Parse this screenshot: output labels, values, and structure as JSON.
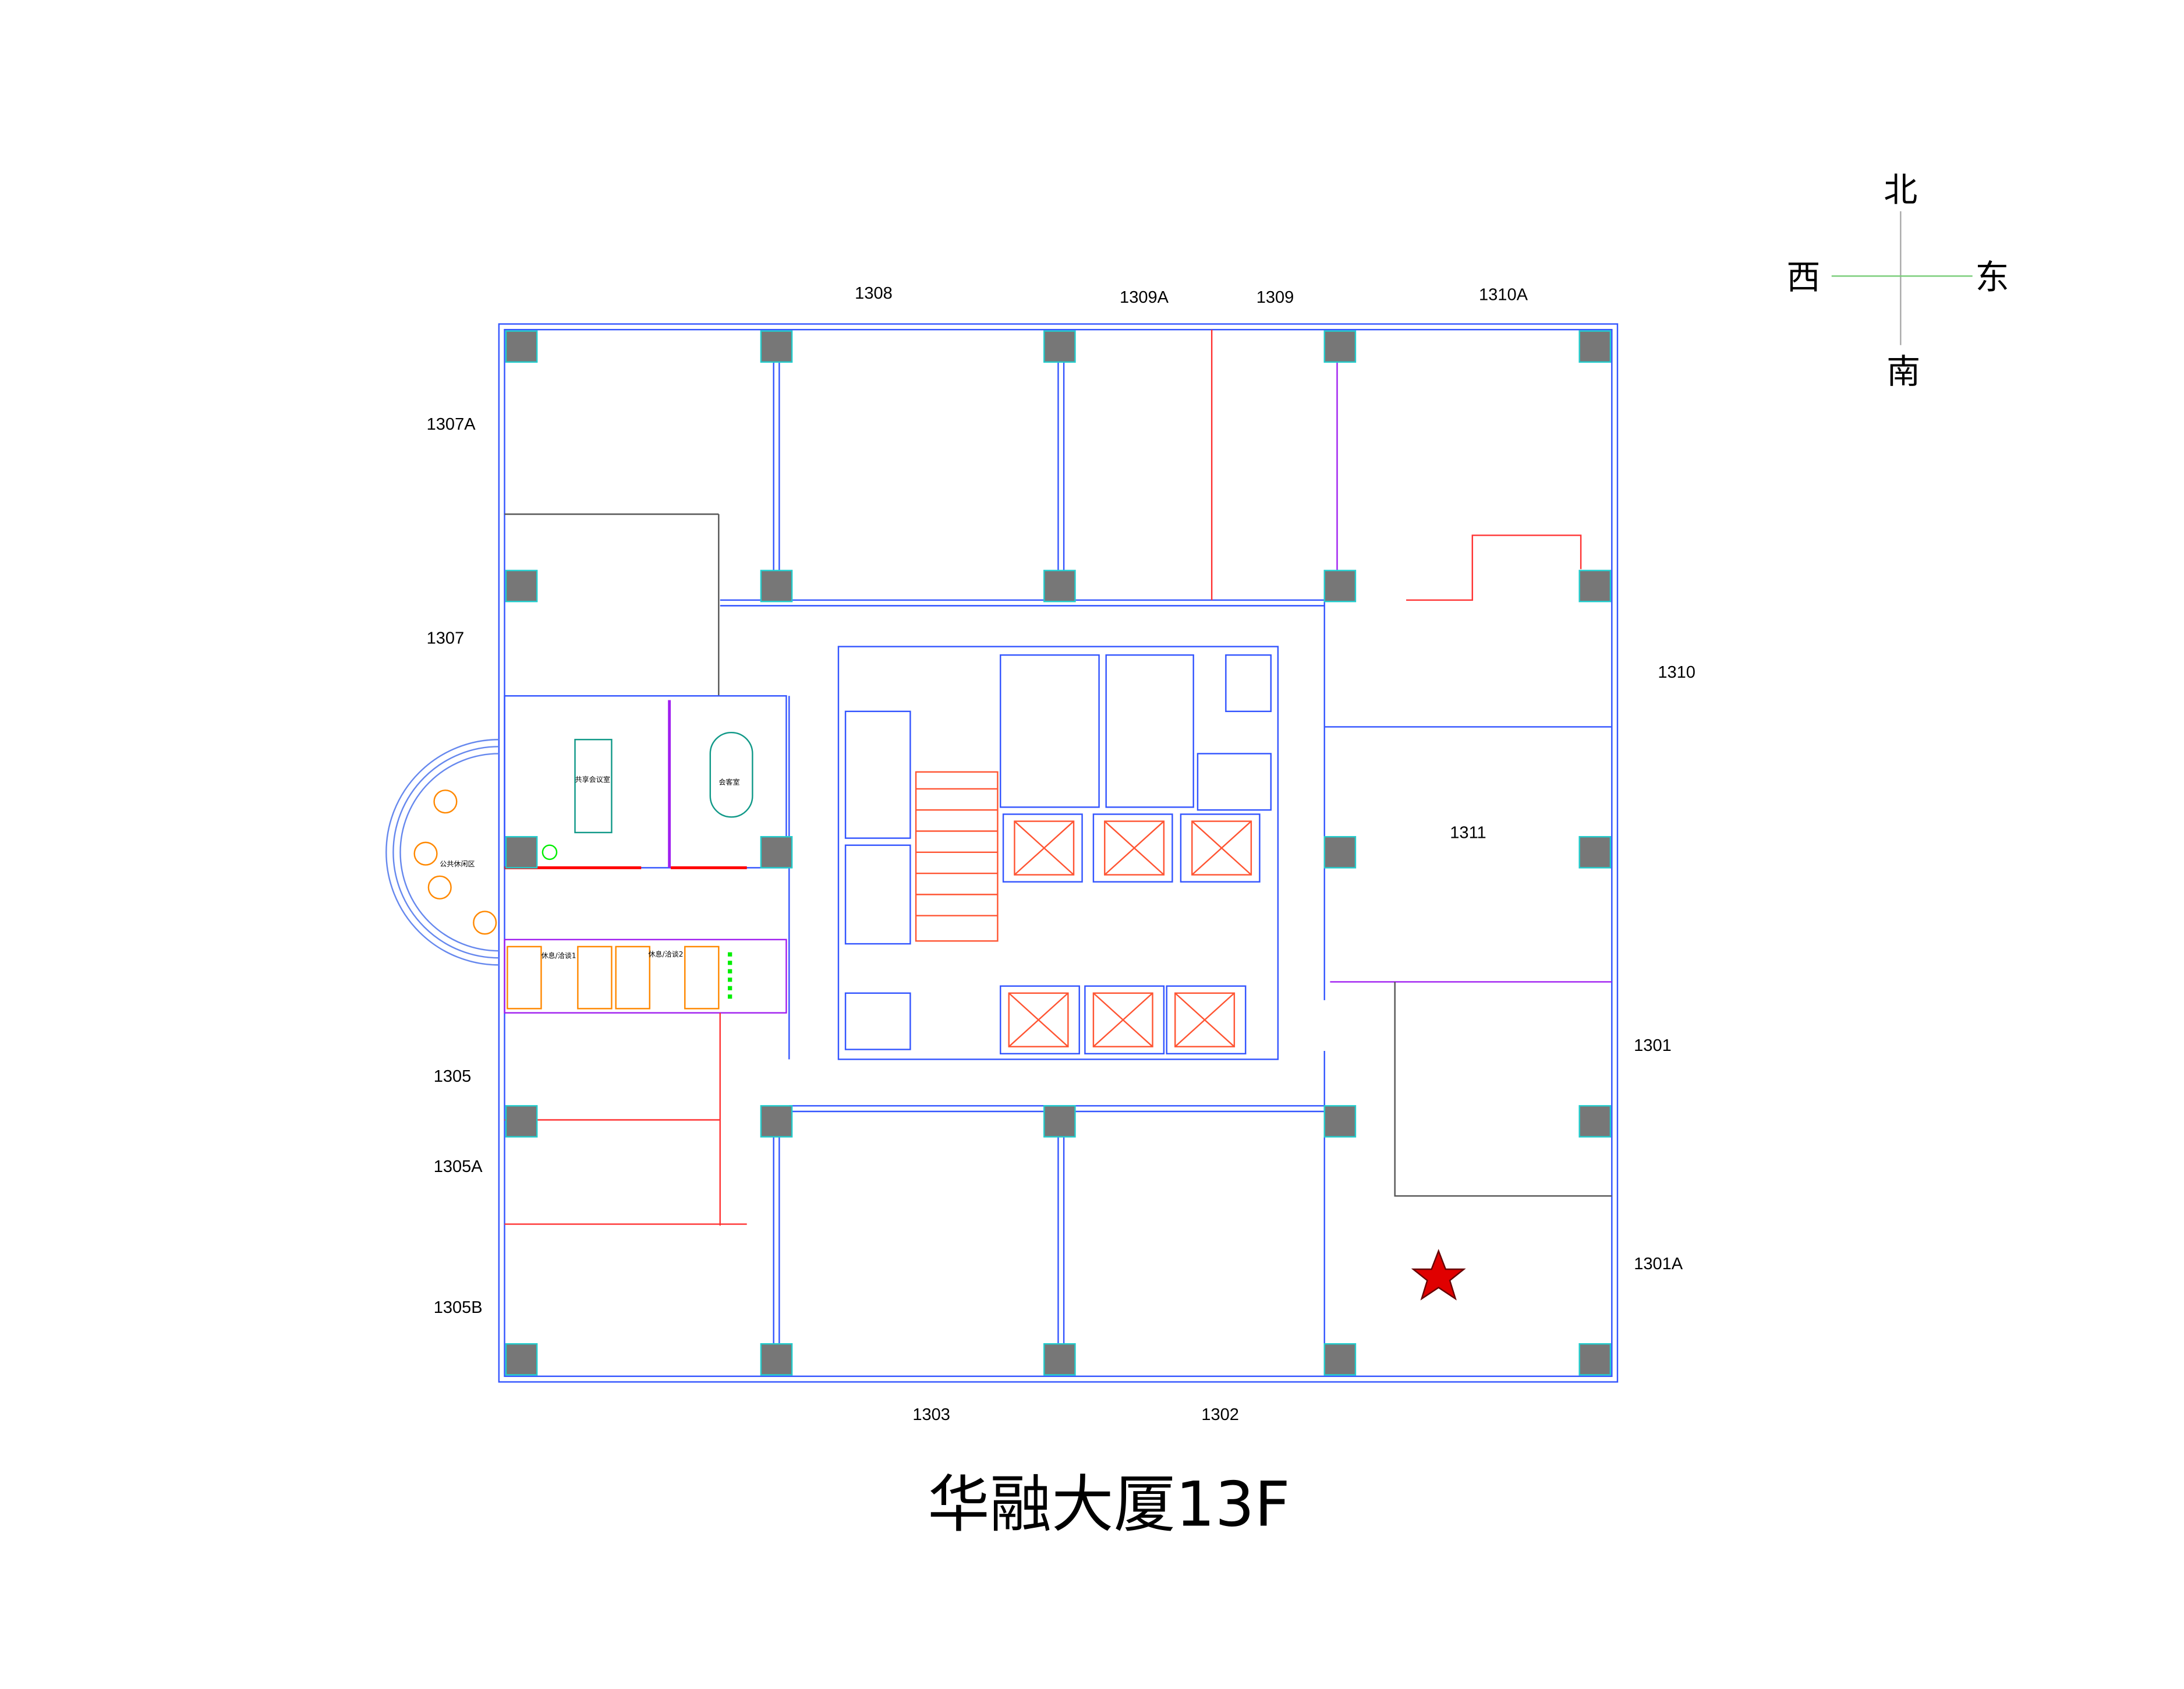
{
  "title": "华融大厦13F",
  "compass": {
    "north": "北",
    "south": "南",
    "east": "东",
    "west": "西"
  },
  "units": {
    "u1308": "1308",
    "u1309A": "1309A",
    "u1309": "1309",
    "u1310A": "1310A",
    "u1307A": "1307A",
    "u1307": "1307",
    "u1310": "1310",
    "u1311": "1311",
    "u1301": "1301",
    "u1305": "1305",
    "u1305A": "1305A",
    "u1305B": "1305B",
    "u1301A": "1301A",
    "u1303": "1303",
    "u1302": "1302"
  },
  "rooms": {
    "shared_meeting": "共享会议室",
    "reception": "会客室",
    "lounge": "公共休闲区",
    "rest1": "休息/洽谈1",
    "rest2": "休息/洽谈2"
  },
  "colors": {
    "wall": "#3355ff",
    "column": "#777777",
    "partition": "#ff3333",
    "marker": "#e00000"
  }
}
